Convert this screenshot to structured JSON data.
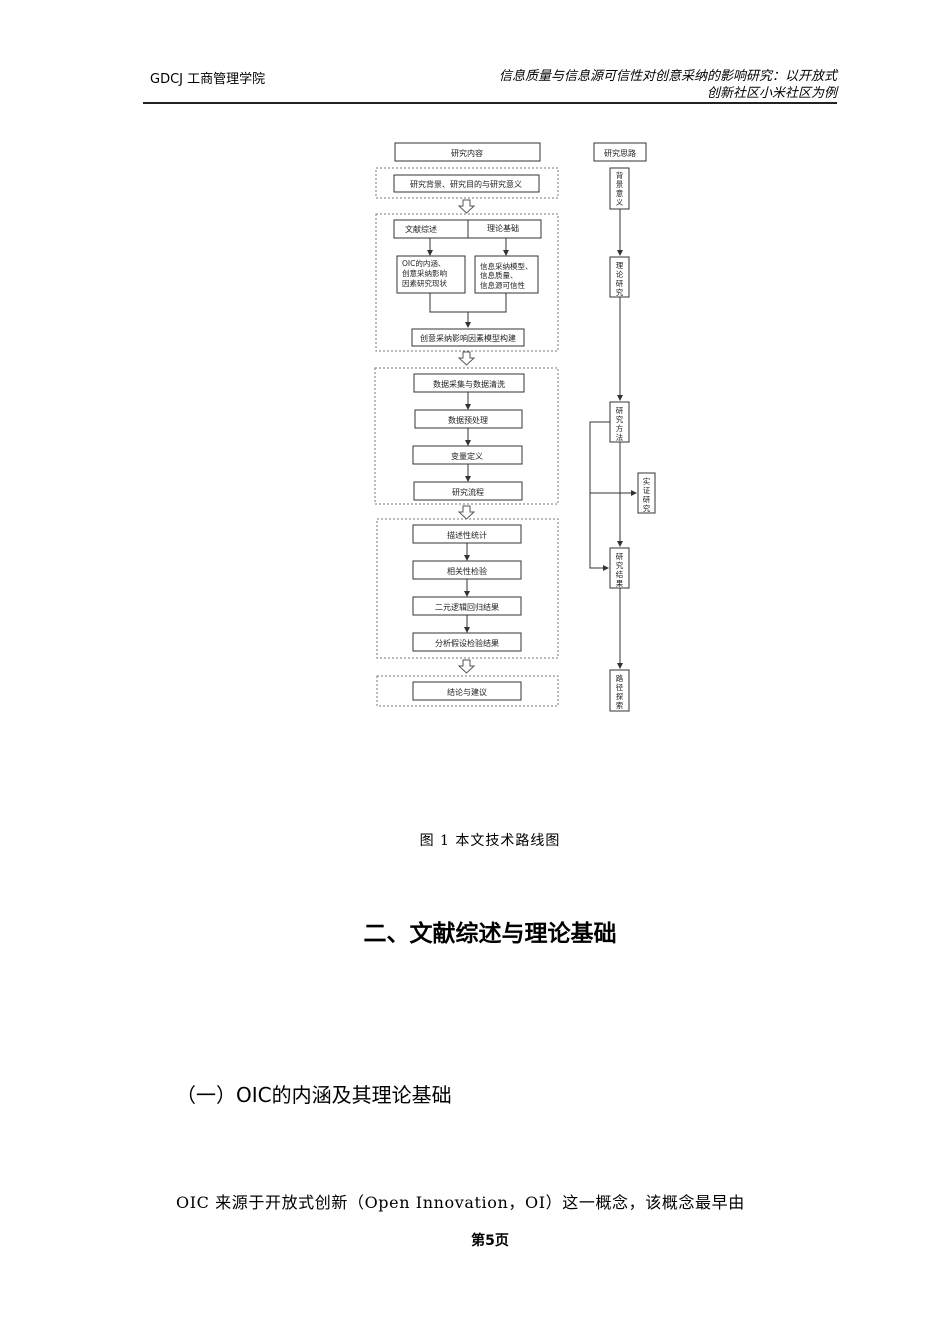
{
  "header": {
    "left": "GDCJ 工商管理学院",
    "right_line1": "信息质量与信息源可信性对创意采纳的影响研究：以开放式",
    "right_line2": "创新社区小米社区为例"
  },
  "figure": {
    "content_header": "研究内容",
    "thinking_header": "研究思路",
    "s1": "研究背景、研究目的与研究意义",
    "s2_left_tab": "文献综述",
    "s2_right_tab": "理论基础",
    "s2_left_box": [
      "OIC的内涵、",
      "创意采纳影响",
      "因素研究现状"
    ],
    "s2_right_box": [
      "信息采纳模型、",
      "信息质量、",
      "信息源可信性"
    ],
    "s2_bottom": "创意采纳影响因素模型构建",
    "s3": [
      "数据采集与数据清洗",
      "数据预处理",
      "变量定义",
      "研究流程"
    ],
    "s4": [
      "描述性统计",
      "相关性检验",
      "二元逻辑回归结果",
      "分析假设检验结果"
    ],
    "s5": "结论与建议",
    "thinking": [
      "背景意义",
      "理论研究",
      "研究方法",
      "研究结果",
      "路径探索"
    ],
    "side": "实证研究"
  },
  "caption": "图 1 本文技术路线图",
  "section_title": "二、文献综述与理论基础",
  "subsection_title": "（一）OIC的内涵及其理论基础",
  "paragraph": "OIC 来源于开放式创新（Open Innovation，OI）这一概念，该概念最早由",
  "page_number": "第5页"
}
